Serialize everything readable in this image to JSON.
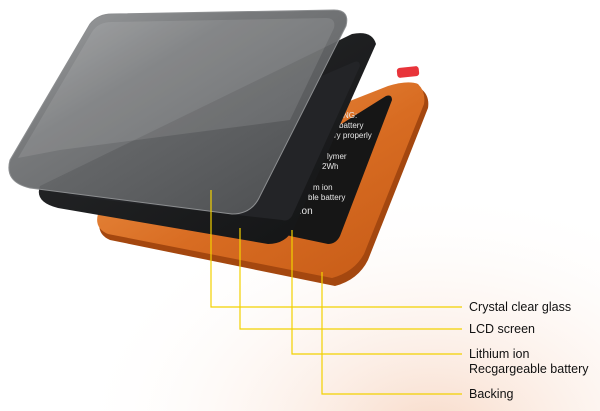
{
  "labels": {
    "glass": "Crystal clear glass",
    "lcd": "LCD screen",
    "battery_line1": "Lithium ion",
    "battery_line2": "Recgargeable battery",
    "backing": "Backing"
  },
  "battery_print": {
    "line1": "NG:",
    "line2": "battery",
    "line3": "ry properly",
    "line4": "lymer",
    "line5": "2Wh",
    "line6": "m ion",
    "line7": "ble battery",
    "line8": "-ion"
  },
  "colors": {
    "callout_line": "#f2d100",
    "backing_orange": "#e07a2e",
    "lcd_black": "#1b1c1e",
    "battery_black": "#161616",
    "glass_grey": "#6e7072",
    "red_part": "#e8343a"
  }
}
